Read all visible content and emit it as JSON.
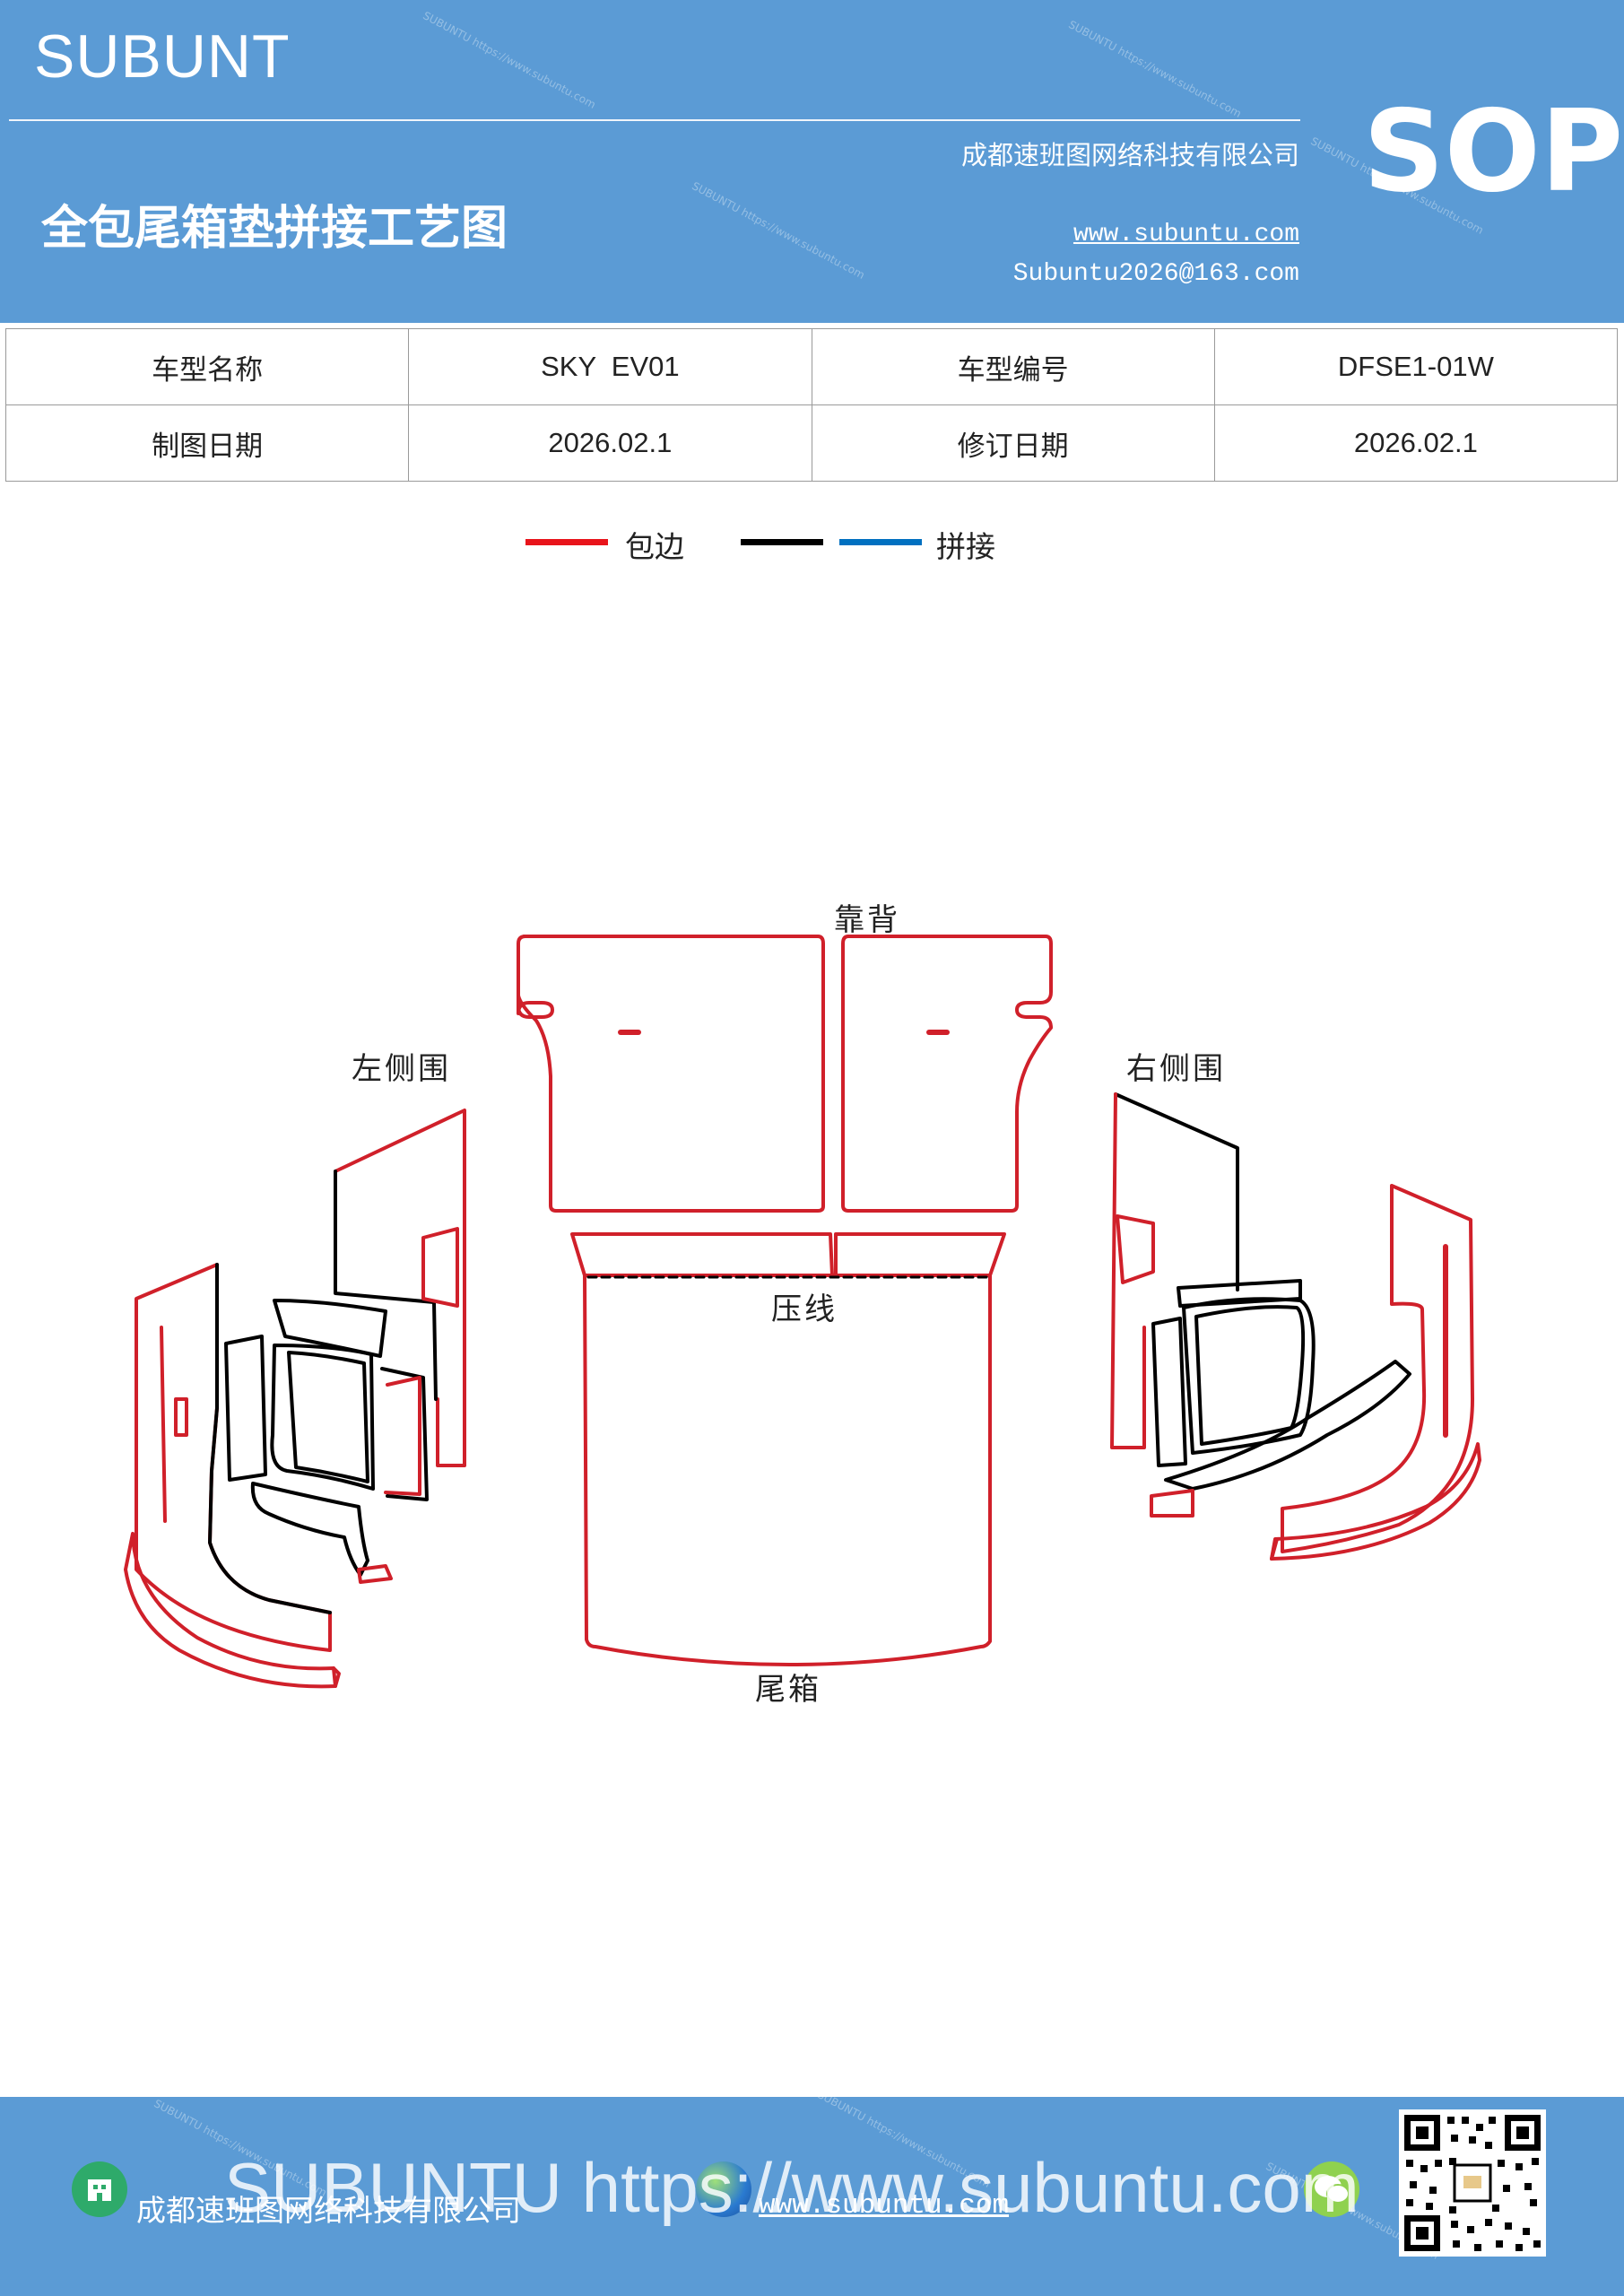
{
  "header": {
    "brand": "SUBUNT",
    "doc_title": "全包尾箱垫拼接工艺图",
    "company": "成都速班图网络科技有限公司",
    "website": "www.subuntu.com",
    "email": "Subuntu2026@163.com",
    "sop": "SOP"
  },
  "info_table": {
    "rows": [
      [
        "车型名称",
        "SKY  EV01",
        "车型编号",
        "DFSE1-01W"
      ],
      [
        "制图日期",
        "2026.02.1",
        "修订日期",
        "2026.02.1"
      ]
    ]
  },
  "legend": {
    "items": [
      {
        "label": "包边",
        "color": "#e8141b"
      },
      {
        "label": "",
        "color": "#000000"
      },
      {
        "label": "拼接",
        "color": "#0070c0"
      }
    ]
  },
  "diagram": {
    "labels": {
      "backrest": "靠背",
      "left_side": "左侧围",
      "right_side": "右侧围",
      "press_line": "压线",
      "trunk": "尾箱"
    },
    "colors": {
      "edge": "#d0202a",
      "seam": "#000000"
    }
  },
  "footer": {
    "company": "成都速班图网络科技有限公司",
    "url": "www.subuntu.com",
    "overlay": "SUBUNTU https://www.subuntu.com"
  }
}
